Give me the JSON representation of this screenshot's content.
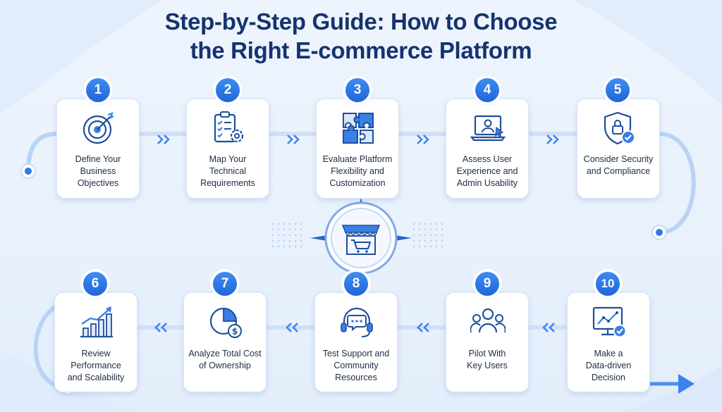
{
  "title": {
    "line1": "Step-by-Step Guide: How to Choose",
    "line2": "the Right E-commerce Platform"
  },
  "steps": [
    {
      "number": "1",
      "label_lines": [
        "Define Your",
        "Business",
        "Objectives"
      ],
      "icon": "target-icon"
    },
    {
      "number": "2",
      "label_lines": [
        "Map Your",
        "Technical",
        "Requirements"
      ],
      "icon": "checklist-gear-icon"
    },
    {
      "number": "3",
      "label_lines": [
        "Evaluate Platform",
        "Flexibility and",
        "Customization"
      ],
      "icon": "puzzle-icon"
    },
    {
      "number": "4",
      "label_lines": [
        "Assess User",
        "Experience and",
        "Admin Usability"
      ],
      "icon": "laptop-user-icon"
    },
    {
      "number": "5",
      "label_lines": [
        "Consider Security",
        "and Compliance"
      ],
      "icon": "shield-lock-icon"
    },
    {
      "number": "6",
      "label_lines": [
        "Review Performance",
        "and Scalability"
      ],
      "icon": "growth-chart-icon"
    },
    {
      "number": "7",
      "label_lines": [
        "Analyze Total Cost",
        "of Ownership"
      ],
      "icon": "pie-chart-dollar-icon"
    },
    {
      "number": "8",
      "label_lines": [
        "Test Support and",
        "Community Resources"
      ],
      "icon": "headset-chat-icon"
    },
    {
      "number": "9",
      "label_lines": [
        "Pilot With",
        "Key Users"
      ],
      "icon": "users-group-icon"
    },
    {
      "number": "10",
      "label_lines": [
        "Make a",
        "Data-driven",
        "Decision"
      ],
      "icon": "monitor-chart-check-icon"
    }
  ],
  "center_icon": "storefront-cart-icon",
  "colors": {
    "accent": "#2f7ae8",
    "icon_stroke": "#1e4f9c",
    "title": "#15336f"
  }
}
